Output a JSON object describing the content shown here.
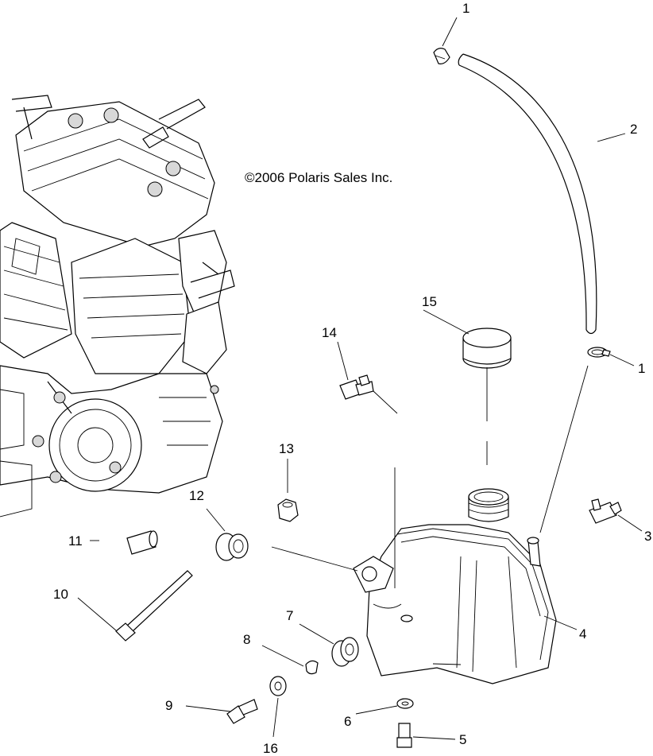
{
  "copyright": "©2006 Polaris Sales Inc.",
  "callouts": {
    "c1a": "1",
    "c1b": "1",
    "c2": "2",
    "c3": "3",
    "c4": "4",
    "c5": "5",
    "c6": "6",
    "c7": "7",
    "c8": "8",
    "c9": "9",
    "c10": "10",
    "c11": "11",
    "c12": "12",
    "c13": "13",
    "c14": "14",
    "c15": "15",
    "c16": "16"
  }
}
